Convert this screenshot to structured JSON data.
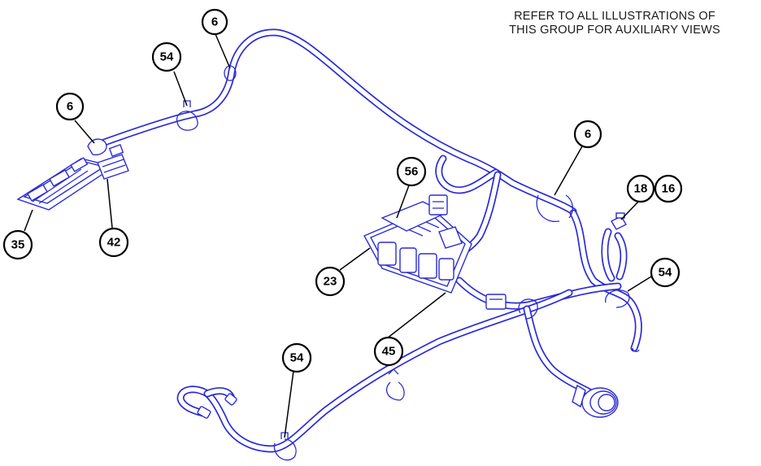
{
  "note": {
    "line1": "REFER TO ALL ILLUSTRATIONS OF",
    "line2": "THIS GROUP FOR AUXILIARY VIEWS"
  },
  "callouts": {
    "c6_top": "6",
    "c54_top": "54",
    "c6_left": "6",
    "c35": "35",
    "c42": "42",
    "c56": "56",
    "c23": "23",
    "c45": "45",
    "c6_right": "6",
    "c18": "18",
    "c16": "16",
    "c54_right": "54",
    "c54_bottom": "54"
  },
  "colors": {
    "harness": "#2b2bd6",
    "callout_outline": "#000000"
  }
}
